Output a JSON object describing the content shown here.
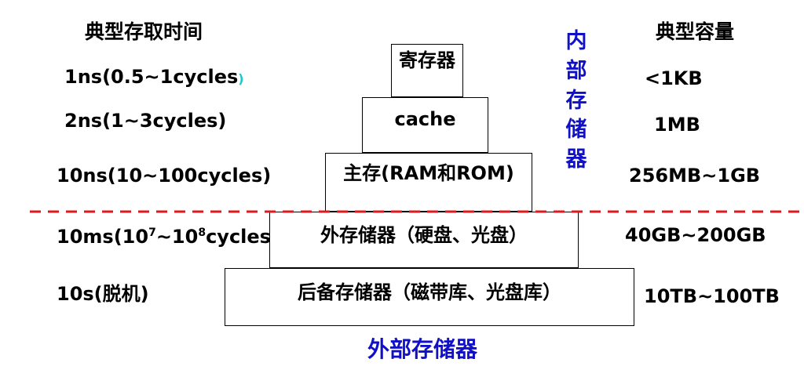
{
  "headers": {
    "access_time": "典型存取时间",
    "capacity": "典型容量"
  },
  "levels": [
    {
      "label": "寄存器",
      "time": "1ns(0.5~1cycles",
      "time_tail": ")",
      "capacity": "<1KB"
    },
    {
      "label": "cache",
      "time": "2ns(1~3cycles)",
      "capacity": "1MB"
    },
    {
      "label": "主存(RAM和ROM)",
      "time": "10ns(10~100cycles)",
      "capacity": "256MB~1GB"
    },
    {
      "label": "外存储器（硬盘、光盘）",
      "time_parts": [
        "10ms(10",
        "7",
        "~10",
        "8",
        "cycles)"
      ],
      "capacity": "40GB~200GB"
    },
    {
      "label": "后备存储器（磁带库、光盘库）",
      "time": "10s(脱机)",
      "capacity": "10TB~100TB"
    }
  ],
  "internal_label": [
    "内",
    "部",
    "存",
    "储",
    "器"
  ],
  "external_label": "外部存储器",
  "colors": {
    "blue_text": "#1010c8",
    "divider": "#e0191e",
    "cyan_paren": "#1ec8c8"
  }
}
